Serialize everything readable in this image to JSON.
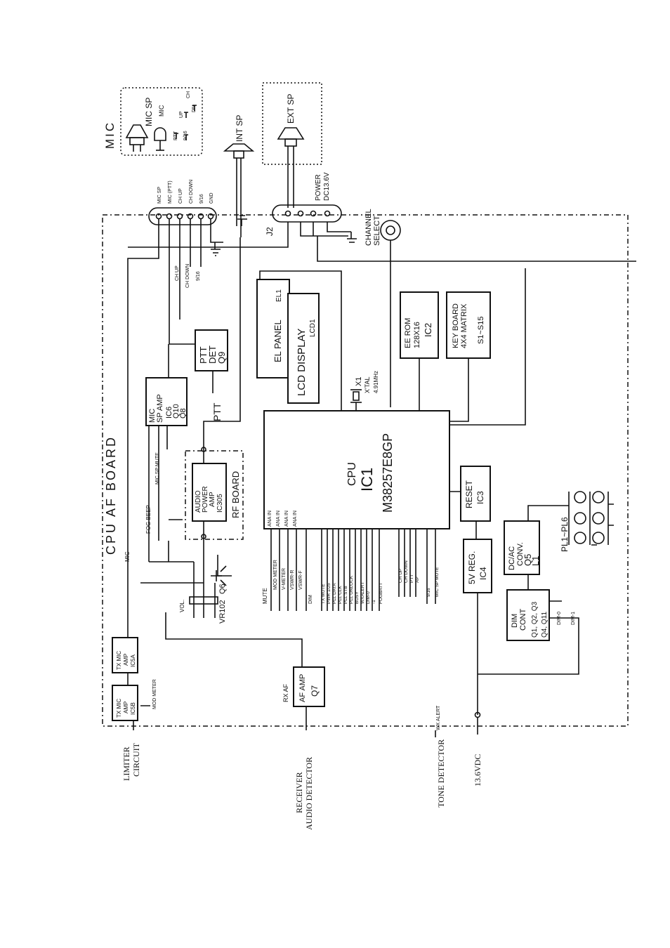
{
  "board": {
    "title": "CPU AF BOARD"
  },
  "mic": {
    "title": "MIC",
    "mic_sp": "MIC SP",
    "mic": "MIC",
    "keys": [
      "PTT",
      "UP",
      "CH",
      "9/16",
      "DN"
    ]
  },
  "speakers": {
    "int_sp": "INT SP",
    "ext_sp": "EXT SP"
  },
  "connectors": {
    "mic_pins": [
      "MIC SP",
      "MIC (PTT)",
      "CH UP",
      "CH DOWN",
      "9/16",
      "GND"
    ],
    "j2": "J2",
    "power": [
      "POWER",
      "DC13.6V"
    ],
    "channel_select": [
      "CHANNEL",
      "SELECT"
    ]
  },
  "blocks": {
    "ptt_det": [
      "PTT",
      "DET",
      "Q9"
    ],
    "ptt_signal": "PTT",
    "mic_sp_amp": [
      "MIC",
      "SP AMP",
      "IC6",
      "Q10",
      "Q8"
    ],
    "el_panel": [
      "EL PANEL",
      "EL1"
    ],
    "lcd": [
      "LCD DISPLAY",
      "LCD1"
    ],
    "eeprom": [
      "EE ROM",
      "128X16",
      "IC2"
    ],
    "keyboard": [
      "KEY BOARD",
      "4X4 MATRIX",
      "S1~S15"
    ],
    "xtal": [
      "X1",
      "X'TAL",
      "4.91MHz"
    ],
    "cpu": [
      "CPU",
      "IC1",
      "M38257E8GP"
    ],
    "reset": [
      "RESET",
      "IC3"
    ],
    "audio_amp": [
      "AUDIO",
      "POWER",
      "AMP",
      "IC305"
    ],
    "rf_board": "RF BOARD",
    "vreg": [
      "5V REG.",
      "IC4"
    ],
    "dcac": [
      "DC/AC",
      "CONV.",
      "Q5",
      "L1"
    ],
    "dim_cont": [
      "DIM",
      "CONT",
      "Q1, Q2, Q3",
      "Q4, Q11"
    ],
    "pl": "PL1~PL6",
    "tx_mic_a": [
      "TX MIC",
      "AMP",
      "IC5A"
    ],
    "tx_mic_b": [
      "TX MIC",
      "AMP",
      "IC5B"
    ],
    "af_amp": [
      "AF AMP",
      "Q7"
    ],
    "vol": [
      "VOL.",
      "VR102"
    ],
    "q6": "Q6"
  },
  "signals": {
    "ch_lines": [
      "CH UP",
      "CH DOWN",
      "9/16"
    ],
    "mic_sp_mute": "MIC SP MUTE",
    "fog_beep": "FOG BEEP",
    "mic": "MIC",
    "mod_meter": "MOD METER",
    "rx_af": "RX AF",
    "mute": "MUTE",
    "ana_in": [
      "ANA IN",
      "ANA IN",
      "ANA IN",
      "ANA IN"
    ],
    "cpu_inputs": [
      "MOD METER",
      "V-METER",
      "VSWR-R",
      "VSWR-F"
    ],
    "dim": "DIM",
    "cpu_bus": [
      "TX MUTE",
      "PWR 1/25",
      "PLL DATA",
      "PLL CLK",
      "PLL STB",
      "PLL UNLOCK",
      "BUSY",
      "WXALERT",
      "DIM-0",
      "-1",
      "FOGBATT"
    ],
    "cpu_right": [
      "CH UP",
      "CH DOWN",
      "PTT",
      "AP",
      "9/16",
      "MIC SP MUTE"
    ],
    "wx_alert": "WX ALERT",
    "dim0": "DIM-0",
    "dim1": "DIM-1"
  },
  "external": {
    "limiter": [
      "LIMITER",
      "CIRCUIT"
    ],
    "receiver": [
      "RECEIVER",
      "AUDIO DETECTOR"
    ],
    "tone": "TONE DETECTOR",
    "supply": "13.6VDC"
  }
}
